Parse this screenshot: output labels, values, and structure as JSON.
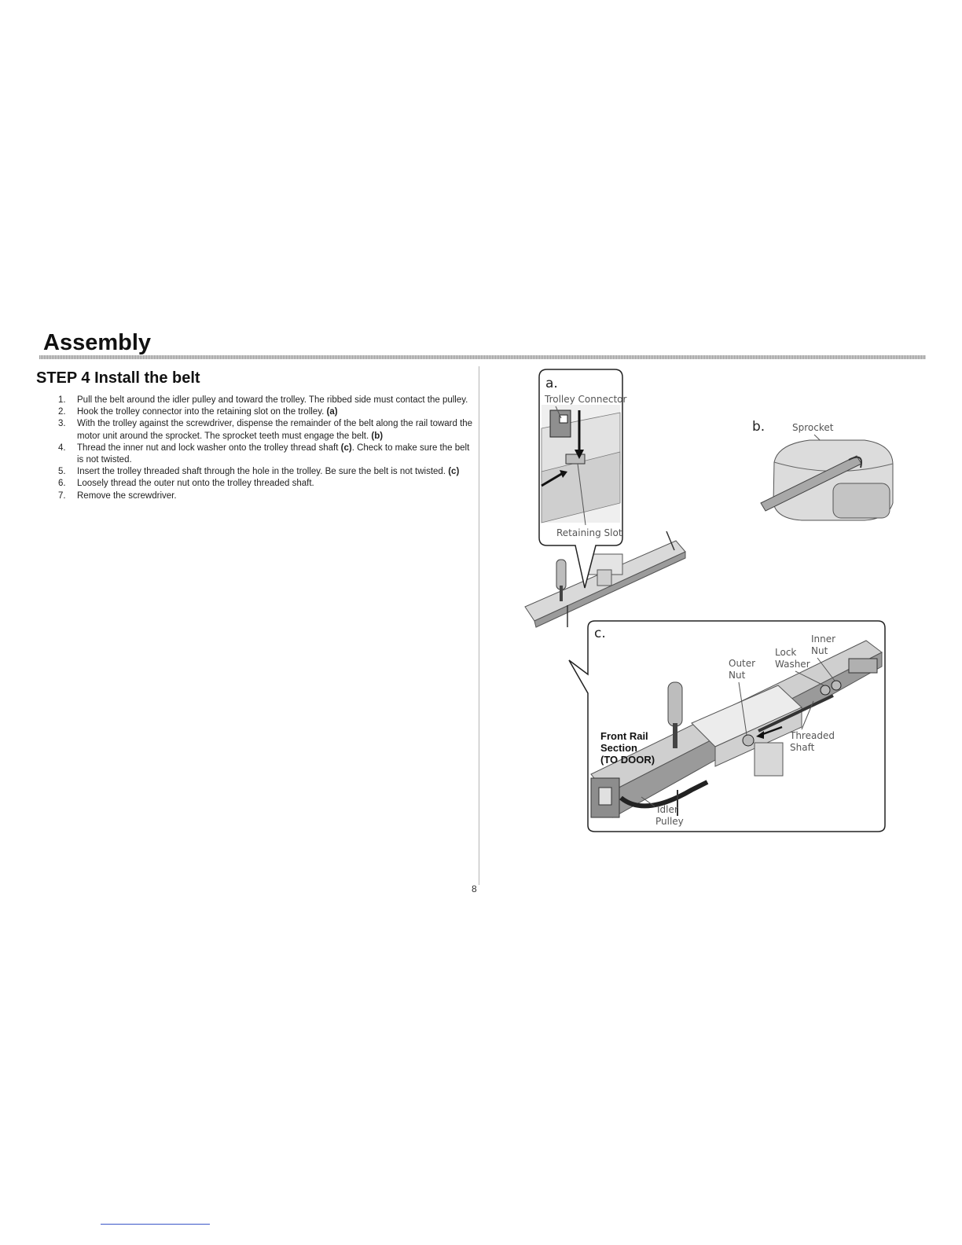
{
  "header": {
    "title": "Assembly"
  },
  "step": {
    "title": "STEP 4 Install the belt",
    "items": [
      {
        "num": "1.",
        "text": "Pull the belt around the idler pulley and toward the trolley. The ribbed side must contact the pulley.",
        "ref": ""
      },
      {
        "num": "2.",
        "text": "Hook the trolley connector into the retaining slot on the trolley.",
        "ref": "(a)"
      },
      {
        "num": "3.",
        "text": "With the trolley against the screwdriver, dispense the remainder of the belt along the rail toward the motor unit around the sprocket. The sprocket teeth must engage the belt.",
        "ref": "(b)"
      },
      {
        "num": "4.",
        "text": "Thread the inner nut and lock washer onto the trolley thread shaft",
        "ref": "(c)",
        "after": ". Check to make sure the belt is not twisted."
      },
      {
        "num": "5.",
        "text": "Insert the trolley threaded shaft through the hole in the trolley. Be sure the belt is not twisted.",
        "ref": "(c)"
      },
      {
        "num": "6.",
        "text": "Loosely thread the outer nut onto the trolley threaded shaft.",
        "ref": ""
      },
      {
        "num": "7.",
        "text": "Remove the screwdriver.",
        "ref": ""
      }
    ]
  },
  "figures": {
    "a": {
      "letter": "a.",
      "trolley_connector": "Trolley Connector",
      "retaining_slot": "Retaining Slot"
    },
    "b": {
      "letter": "b.",
      "sprocket": "Sprocket"
    },
    "c": {
      "letter": "c.",
      "front_rail_1": "Front Rail",
      "front_rail_2": "Section",
      "front_rail_3": "(TO DOOR)",
      "outer_nut_1": "Outer",
      "outer_nut_2": "Nut",
      "lock_washer_1": "Lock",
      "lock_washer_2": "Washer",
      "inner_nut_1": "Inner",
      "inner_nut_2": "Nut",
      "threaded_shaft_1": "Threaded",
      "threaded_shaft_2": "Shaft",
      "idler_pulley_1": "Idler",
      "idler_pulley_2": "Pulley"
    }
  },
  "page_number": "8"
}
